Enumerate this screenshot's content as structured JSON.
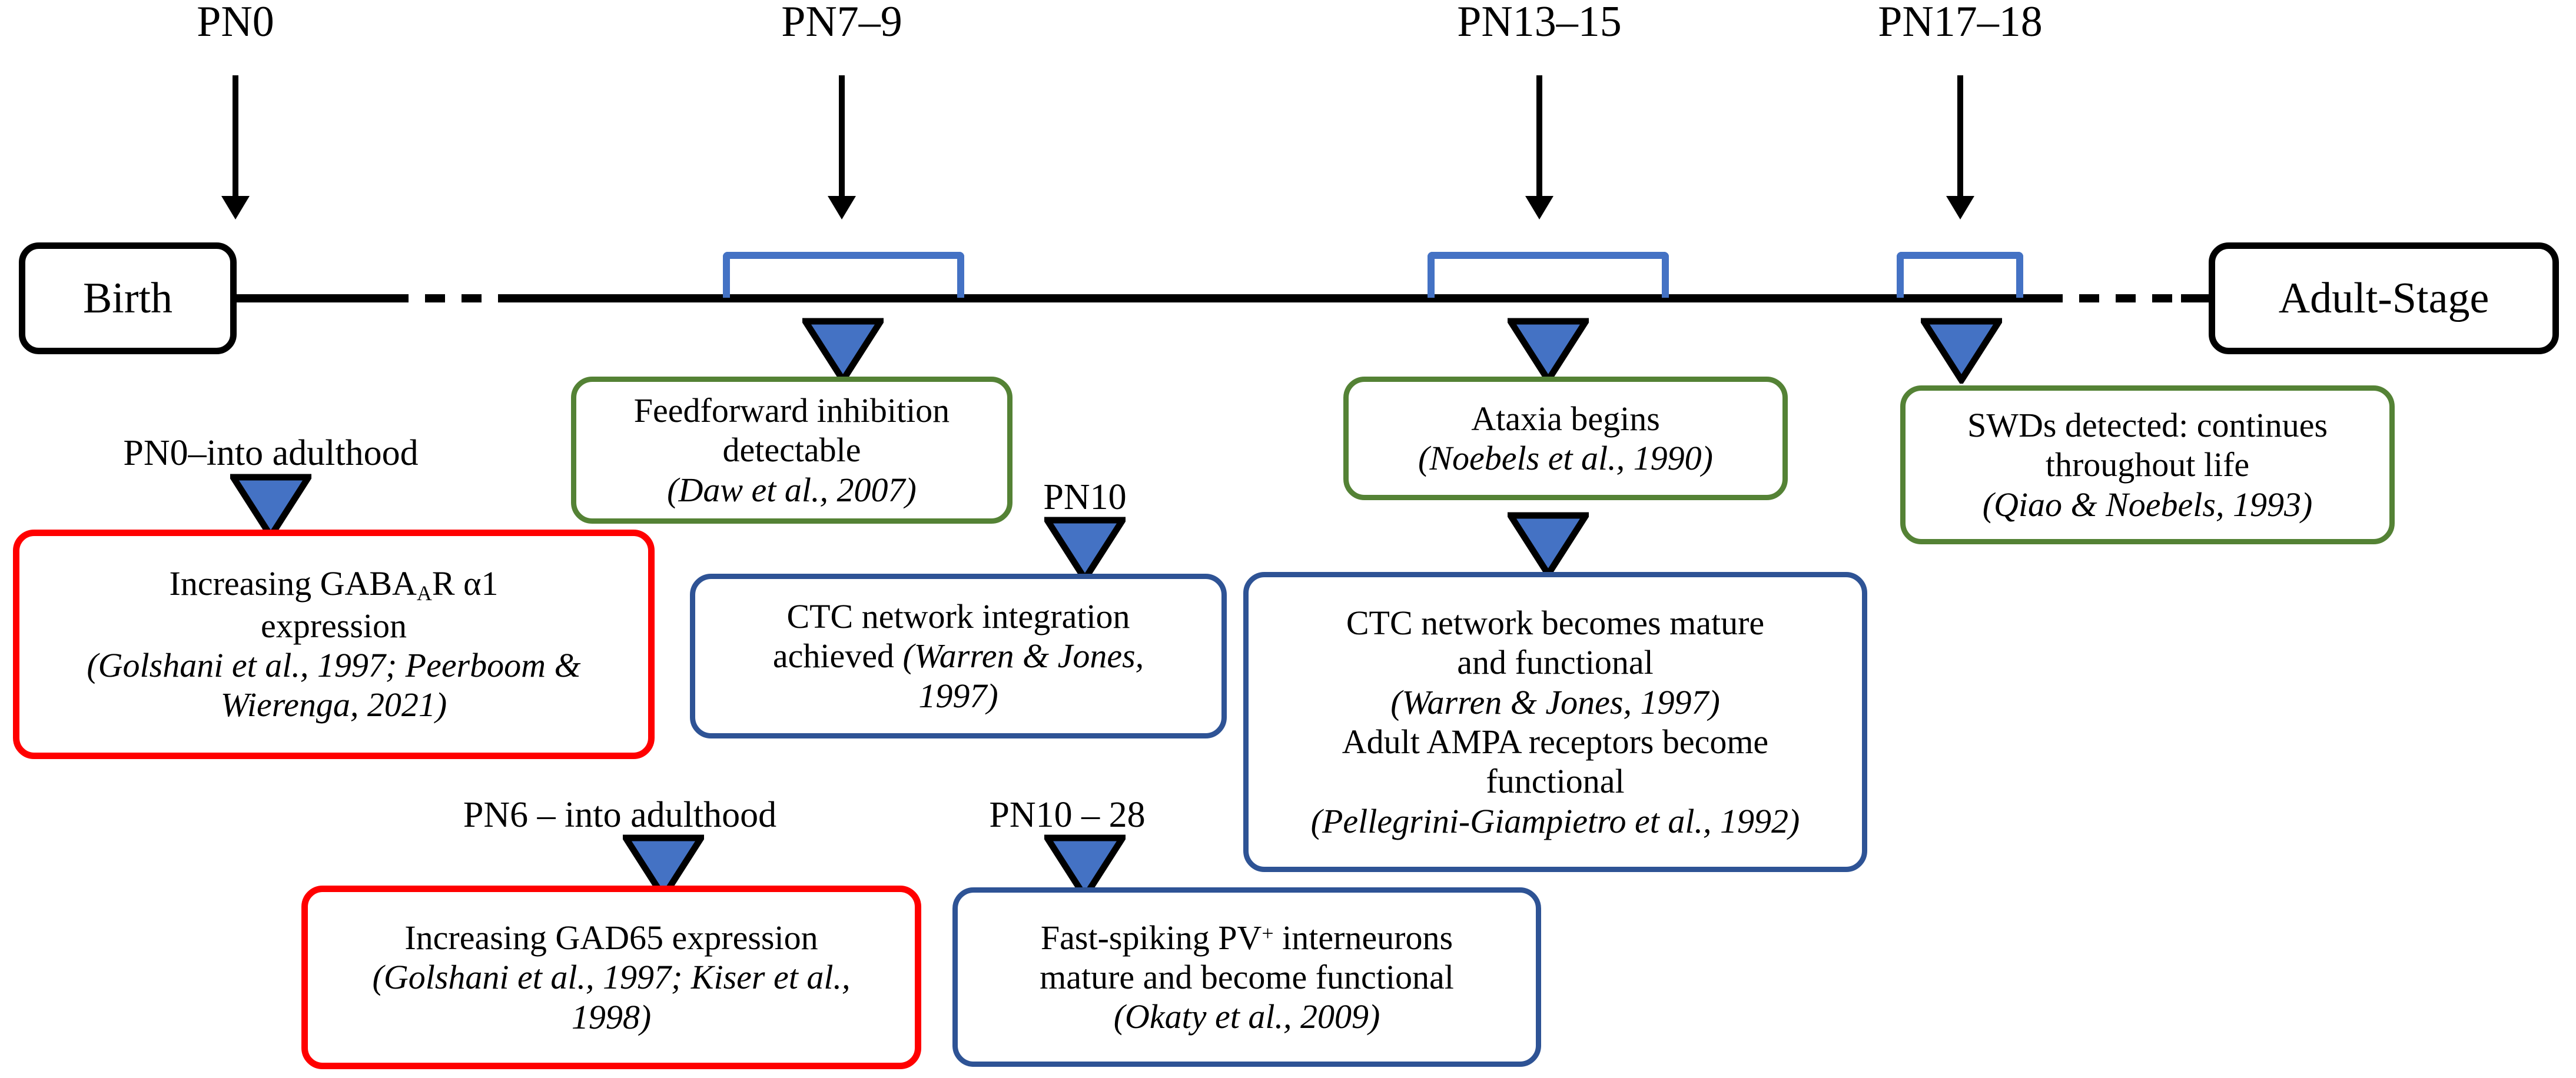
{
  "figure": {
    "type": "developmental-timeline-diagram",
    "colors": {
      "marker_blue": "#4472C4",
      "bracket_blue": "#4472C4",
      "box_blue": "#2E5395",
      "box_green": "#548235",
      "box_red": "#FF0000",
      "line_black": "#000000"
    }
  },
  "timeline": {
    "start_label": "Birth",
    "end_label": "Adult-Stage",
    "period_labels": [
      {
        "id": "pn0",
        "text": "PN0"
      },
      {
        "id": "pn7_9",
        "text": "PN7–9"
      },
      {
        "id": "pn13_15",
        "text": "PN13–15"
      },
      {
        "id": "pn17_18",
        "text": "PN17–18"
      }
    ]
  },
  "event_captions": [
    {
      "id": "cap_pn0_adult",
      "text": "PN0–into adulthood"
    },
    {
      "id": "cap_pn10",
      "text": "PN10"
    },
    {
      "id": "cap_pn6_adult",
      "text": "PN6 – into adulthood"
    },
    {
      "id": "cap_pn10_28",
      "text": "PN10 – 28"
    }
  ],
  "cards": {
    "feedforward": {
      "color": "green",
      "lines": [
        {
          "text": "Feedforward inhibition",
          "italic": false
        },
        {
          "text": "detectable",
          "italic": false
        },
        {
          "text": "(Daw et al., 2007)",
          "italic": true
        }
      ]
    },
    "ataxia": {
      "color": "green",
      "lines": [
        {
          "text": "Ataxia begins",
          "italic": false
        },
        {
          "text": "(Noebels et al., 1990)",
          "italic": true
        }
      ]
    },
    "swds": {
      "color": "green",
      "lines": [
        {
          "text": "SWDs detected: continues",
          "italic": false
        },
        {
          "text": "throughout life",
          "italic": false
        },
        {
          "text": "(Qiao & Noebels, 1993)",
          "italic": true
        }
      ]
    },
    "gabaa": {
      "color": "red",
      "line1_pre": "Increasing GABA",
      "line1_sub": "A",
      "line1_post": "R α1",
      "lines": [
        {
          "text": "expression",
          "italic": false
        },
        {
          "text": "(Golshani et al., 1997; Peerboom &",
          "italic": true
        },
        {
          "text": "Wierenga, 2021)",
          "italic": true
        }
      ]
    },
    "gad65": {
      "color": "red",
      "lines": [
        {
          "text": "Increasing GAD65 expression",
          "italic": false
        },
        {
          "text": "(Golshani et al., 1997; Kiser et al.,",
          "italic": true
        },
        {
          "text": "1998)",
          "italic": true
        }
      ]
    },
    "ctc_integration": {
      "color": "blue",
      "lines": [
        {
          "text": "CTC network integration",
          "italic": false
        },
        {
          "text": "achieved ",
          "italic": false,
          "tail_italic": "(Warren & Jones,"
        },
        {
          "text": "1997)",
          "italic": true
        }
      ]
    },
    "ctc_mature": {
      "color": "blue",
      "lines": [
        {
          "text": "CTC network becomes mature",
          "italic": false
        },
        {
          "text": "and functional",
          "italic": false
        },
        {
          "text": "(Warren & Jones, 1997)",
          "italic": true
        },
        {
          "text": "Adult AMPA receptors become",
          "italic": false
        },
        {
          "text": "functional",
          "italic": false
        },
        {
          "text": "(Pellegrini-Giampietro et al., 1992)",
          "italic": true
        }
      ]
    },
    "pv_interneurons": {
      "color": "blue",
      "line_pre": "Fast-spiking PV",
      "line_sup": "+",
      "line_post": " interneurons",
      "lines": [
        {
          "text": "mature and become functional",
          "italic": false
        },
        {
          "text": "(Okaty et al., 2009)",
          "italic": true
        }
      ]
    }
  }
}
